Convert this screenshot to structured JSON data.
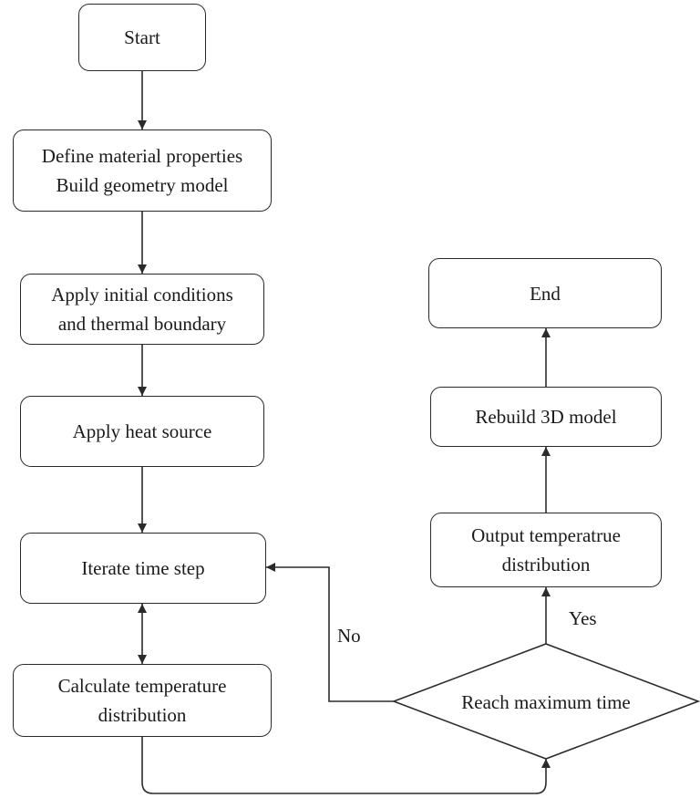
{
  "nodes": {
    "start": {
      "lines": [
        "Start"
      ]
    },
    "define": {
      "lines": [
        "Define material properties",
        "Build geometry model"
      ]
    },
    "initial": {
      "lines": [
        "Apply initial conditions",
        "and thermal boundary"
      ]
    },
    "heat_source": {
      "lines": [
        "Apply heat source"
      ]
    },
    "iterate": {
      "lines": [
        "Iterate time step"
      ]
    },
    "calculate": {
      "lines": [
        "Calculate temperature",
        "distribution"
      ]
    },
    "decision": {
      "label": "Reach maximum time"
    },
    "output": {
      "lines": [
        "Output temperatrue",
        "distribution"
      ]
    },
    "rebuild": {
      "lines": [
        "Rebuild 3D model"
      ]
    },
    "end": {
      "lines": [
        "End"
      ]
    }
  },
  "edges": {
    "no_label": "No",
    "yes_label": "Yes"
  },
  "colors": {
    "stroke": "#2b2b2b",
    "text": "#1a1a1a",
    "background": "#ffffff"
  }
}
